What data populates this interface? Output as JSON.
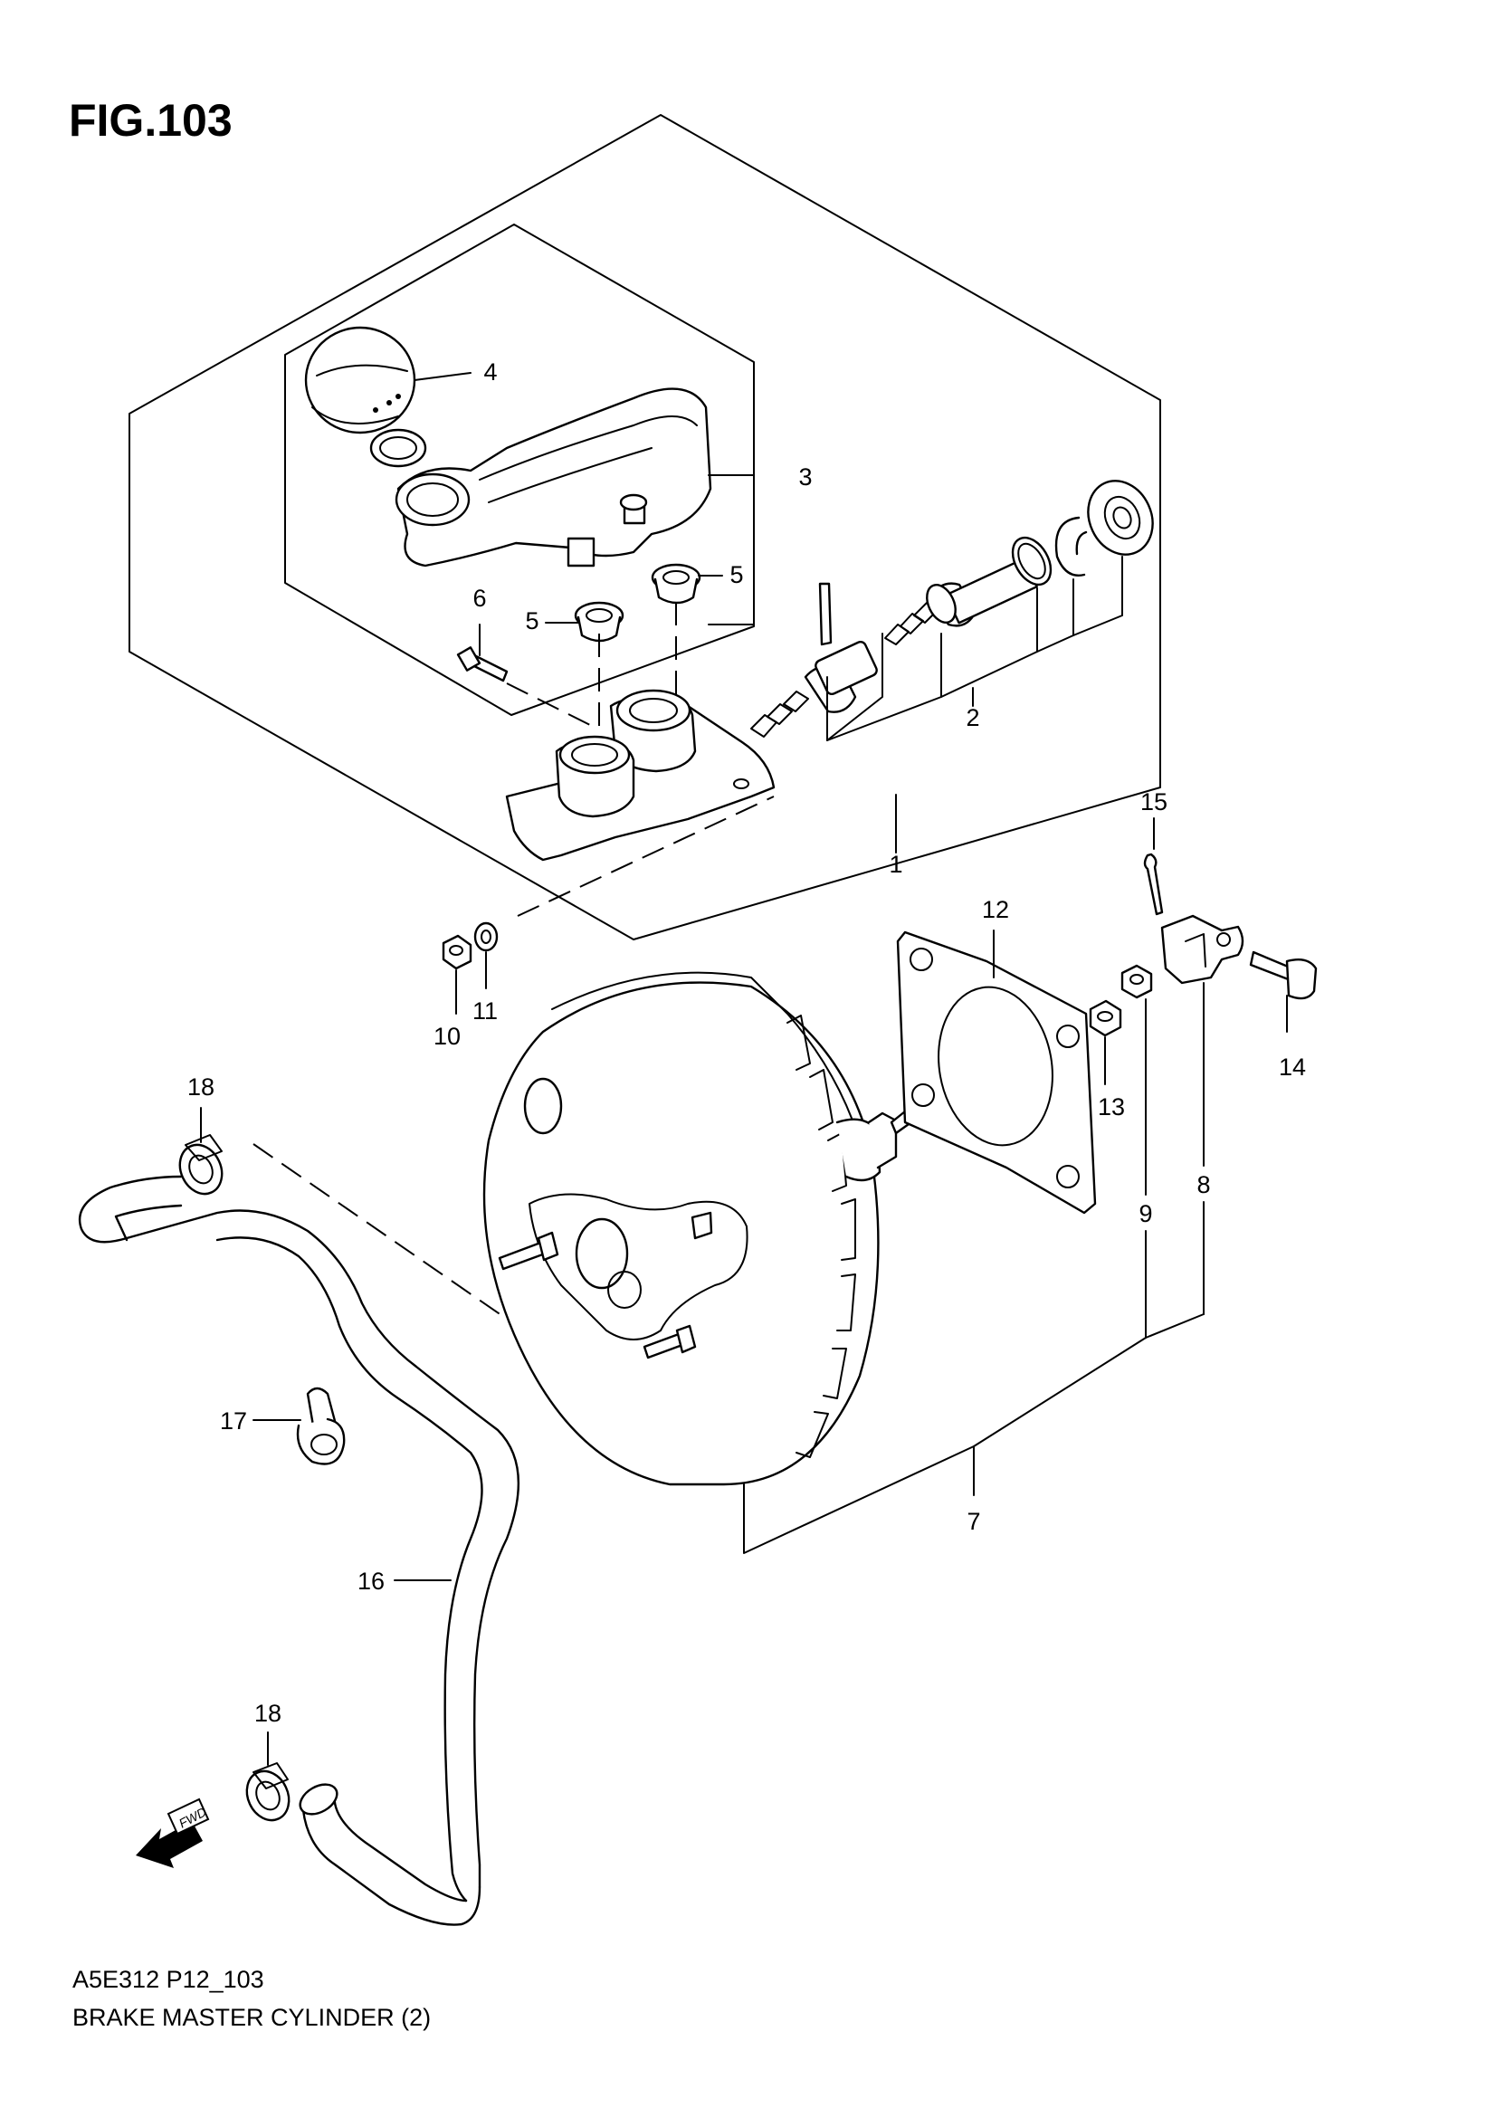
{
  "figure": {
    "title": "FIG.103",
    "code": "A5E312 P12_103",
    "caption": "BRAKE MASTER CYLINDER (2)",
    "fwd_label": "FWD"
  },
  "callouts": [
    {
      "num": "1"
    },
    {
      "num": "2"
    },
    {
      "num": "3"
    },
    {
      "num": "4"
    },
    {
      "num": "5"
    },
    {
      "num": "5"
    },
    {
      "num": "6"
    },
    {
      "num": "7"
    },
    {
      "num": "8"
    },
    {
      "num": "9"
    },
    {
      "num": "10"
    },
    {
      "num": "11"
    },
    {
      "num": "12"
    },
    {
      "num": "13"
    },
    {
      "num": "14"
    },
    {
      "num": "15"
    },
    {
      "num": "16"
    },
    {
      "num": "17"
    },
    {
      "num": "18"
    },
    {
      "num": "18"
    }
  ]
}
